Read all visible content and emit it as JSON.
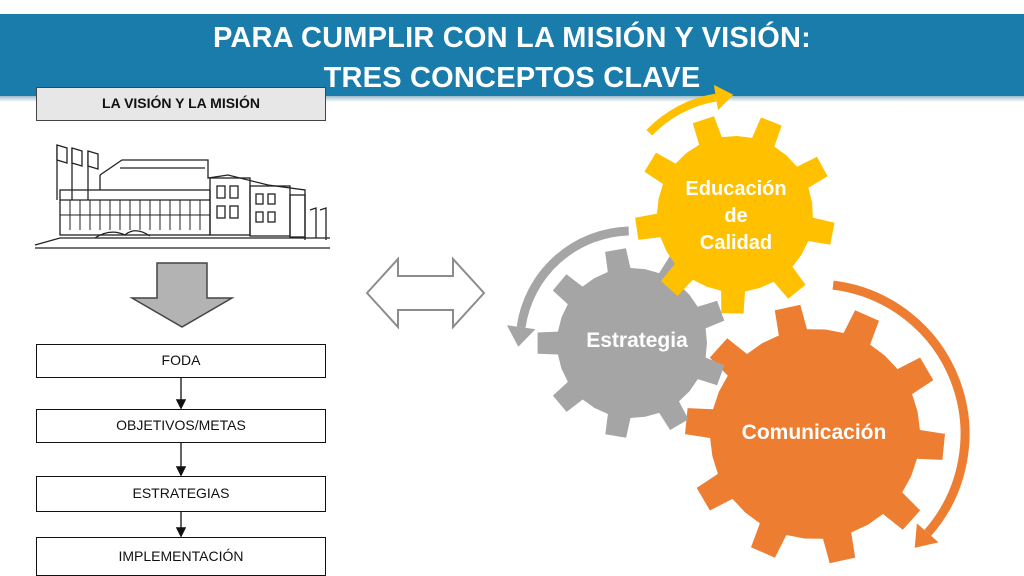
{
  "header": {
    "title_line1": "PARA CUMPLIR CON LA MISIÓN Y VISIÓN:",
    "title_line2": "TRES CONCEPTOS CLAVE",
    "background_color": "#1a7cab"
  },
  "left_flow": {
    "vision_box": "LA VISIÓN Y LA MISIÓN",
    "building_icon": "building-illustration",
    "steps": [
      "FODA",
      "OBJETIVOS/METAS",
      "ESTRATEGIAS",
      "IMPLEMENTACIÓN"
    ]
  },
  "connector": {
    "icon": "double-arrow-icon"
  },
  "gears": {
    "education": {
      "line1": "Educación",
      "line2": "de",
      "line3": "Calidad",
      "color": "#ffc000"
    },
    "strategy": {
      "label": "Estrategia",
      "color": "#a5a5a5"
    },
    "communication": {
      "label": "Comunicación",
      "color": "#ed7d31"
    }
  }
}
